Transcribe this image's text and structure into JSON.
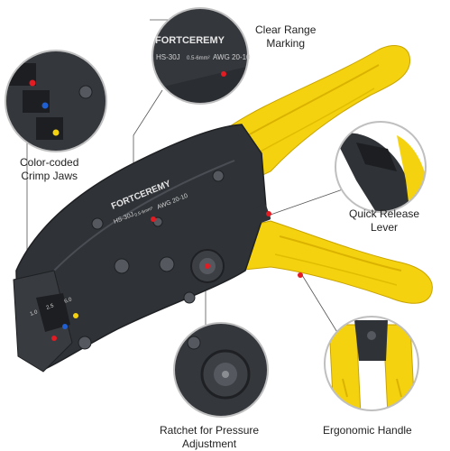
{
  "brand": {
    "name": "FORTCEREMY",
    "model": "HS-30J",
    "range": "0.5-6mm²",
    "awg": "AWG 20-10"
  },
  "jaw_sizes": [
    "1.0",
    "2.5",
    "6.0"
  ],
  "colors": {
    "handle": "#f5d20f",
    "handle_shadow": "#d9b300",
    "steel": "#2f3236",
    "steel_light": "#4a4e54",
    "marker": "#e31b23"
  },
  "callouts": {
    "range_marking": {
      "line1": "Clear Range",
      "line2": "Marking"
    },
    "crimp_jaws": {
      "line1": "Color-coded",
      "line2": "Crimp Jaws"
    },
    "release_lever": {
      "line1": "Quick Release",
      "line2": "Lever"
    },
    "ratchet": {
      "line1": "Ratchet for Pressure",
      "line2": "Adjustment"
    },
    "handle": {
      "line1": "Ergonomic Handle"
    }
  }
}
